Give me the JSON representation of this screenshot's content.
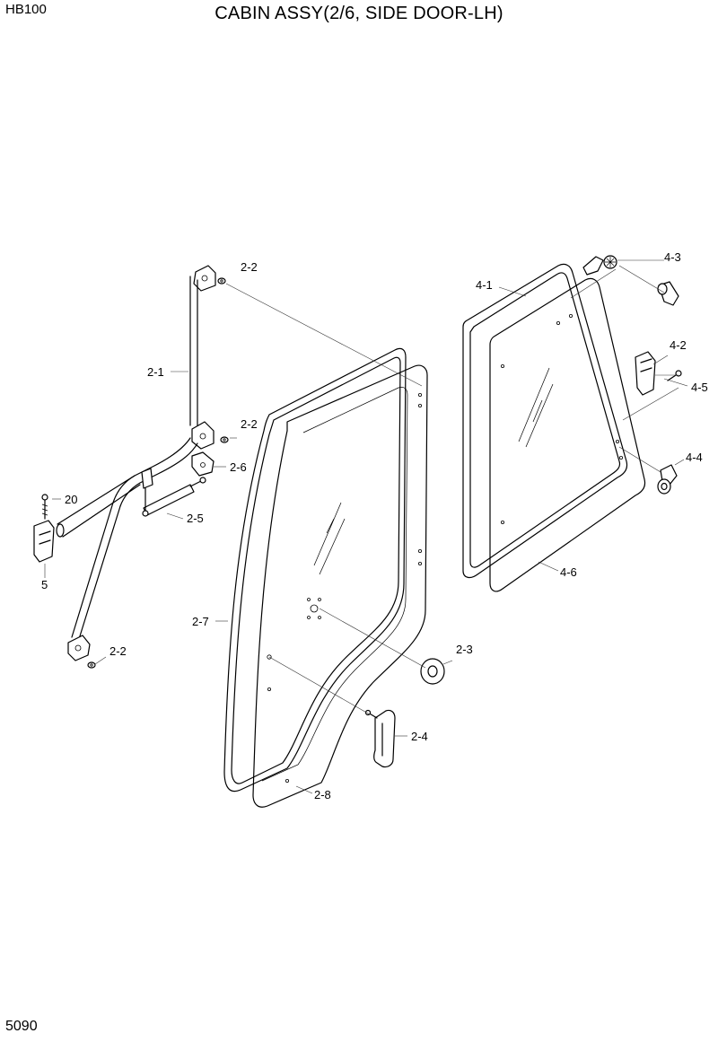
{
  "header": {
    "model": "HB100",
    "title": "CABIN ASSY(2/6, SIDE DOOR-LH)"
  },
  "footer": {
    "page": "5090"
  },
  "callouts": {
    "c2_2_top": "2-2",
    "c2_1": "2-1",
    "c2_2_mid": "2-2",
    "c2_6": "2-6",
    "c20": "20",
    "c2_5": "2-5",
    "c5": "5",
    "c2_2_bottom": "2-2",
    "c2_7": "2-7",
    "c2_3": "2-3",
    "c2_4": "2-4",
    "c2_8": "2-8",
    "c4_1": "4-1",
    "c4_3": "4-3",
    "c4_2": "4-2",
    "c4_5": "4-5",
    "c4_4": "4-4",
    "c4_6": "4-6"
  }
}
